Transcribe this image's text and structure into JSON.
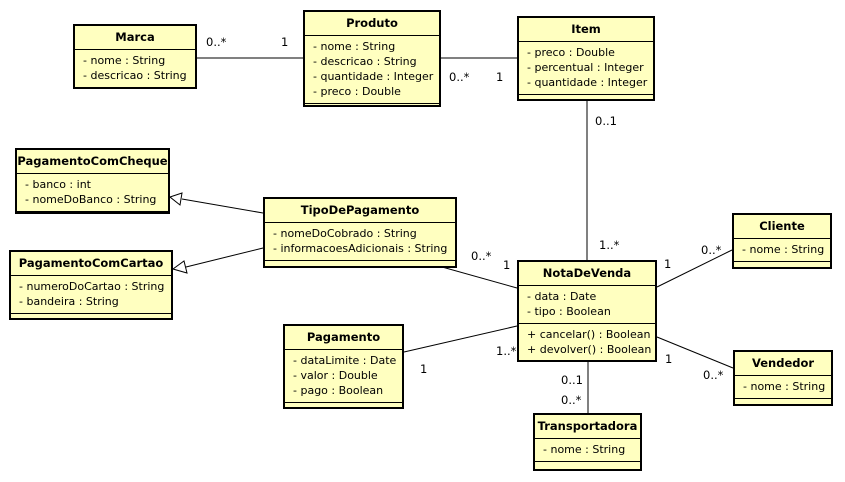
{
  "classes": {
    "marca": {
      "name": "Marca",
      "attrs": [
        "- nome : String",
        "- descricao : String"
      ],
      "ops": []
    },
    "produto": {
      "name": "Produto",
      "attrs": [
        "- nome : String",
        "- descricao : String",
        "- quantidade : Integer",
        "- preco : Double"
      ],
      "ops": []
    },
    "item": {
      "name": "Item",
      "attrs": [
        "- preco : Double",
        "- percentual : Integer",
        "- quantidade : Integer"
      ],
      "ops": []
    },
    "pagamentoComCheque": {
      "name": "PagamentoComCheque",
      "attrs": [
        "- banco : int",
        "- nomeDoBanco : String"
      ],
      "ops": []
    },
    "pagamentoComCartao": {
      "name": "PagamentoComCartao",
      "attrs": [
        "- numeroDoCartao : String",
        "- bandeira : String"
      ],
      "ops": []
    },
    "tipoDePagamento": {
      "name": "TipoDePagamento",
      "attrs": [
        "- nomeDoCobrado : String",
        "- informacoesAdicionais : String"
      ],
      "ops": []
    },
    "notaDeVenda": {
      "name": "NotaDeVenda",
      "attrs": [
        "- data : Date",
        "- tipo : Boolean"
      ],
      "ops": [
        "+ cancelar() : Boolean",
        "+ devolver() : Boolean"
      ]
    },
    "cliente": {
      "name": "Cliente",
      "attrs": [
        "- nome : String"
      ],
      "ops": []
    },
    "vendedor": {
      "name": "Vendedor",
      "attrs": [
        "- nome : String"
      ],
      "ops": []
    },
    "pagamento": {
      "name": "Pagamento",
      "attrs": [
        "- dataLimite : Date",
        "- valor : Double",
        "- pago : Boolean"
      ],
      "ops": []
    },
    "transportadora": {
      "name": "Transportadora",
      "attrs": [
        "- nome : String"
      ],
      "ops": []
    }
  },
  "multiplicities": {
    "marca_produto_a": "0..*",
    "marca_produto_b": "1",
    "produto_item_a": "0..*",
    "produto_item_b": "1",
    "item_nota_a": "0..1",
    "item_nota_b": "1..*",
    "tipo_nota_a": "0..*",
    "tipo_nota_b": "1",
    "cliente_nota_a": "0..*",
    "cliente_nota_b": "1",
    "pagamento_nota_a": "1",
    "pagamento_nota_b": "1..*",
    "vendedor_nota_a": "1",
    "vendedor_nota_b": "0..*",
    "transp_nota_a": "0..1",
    "transp_nota_b": "0..*"
  }
}
